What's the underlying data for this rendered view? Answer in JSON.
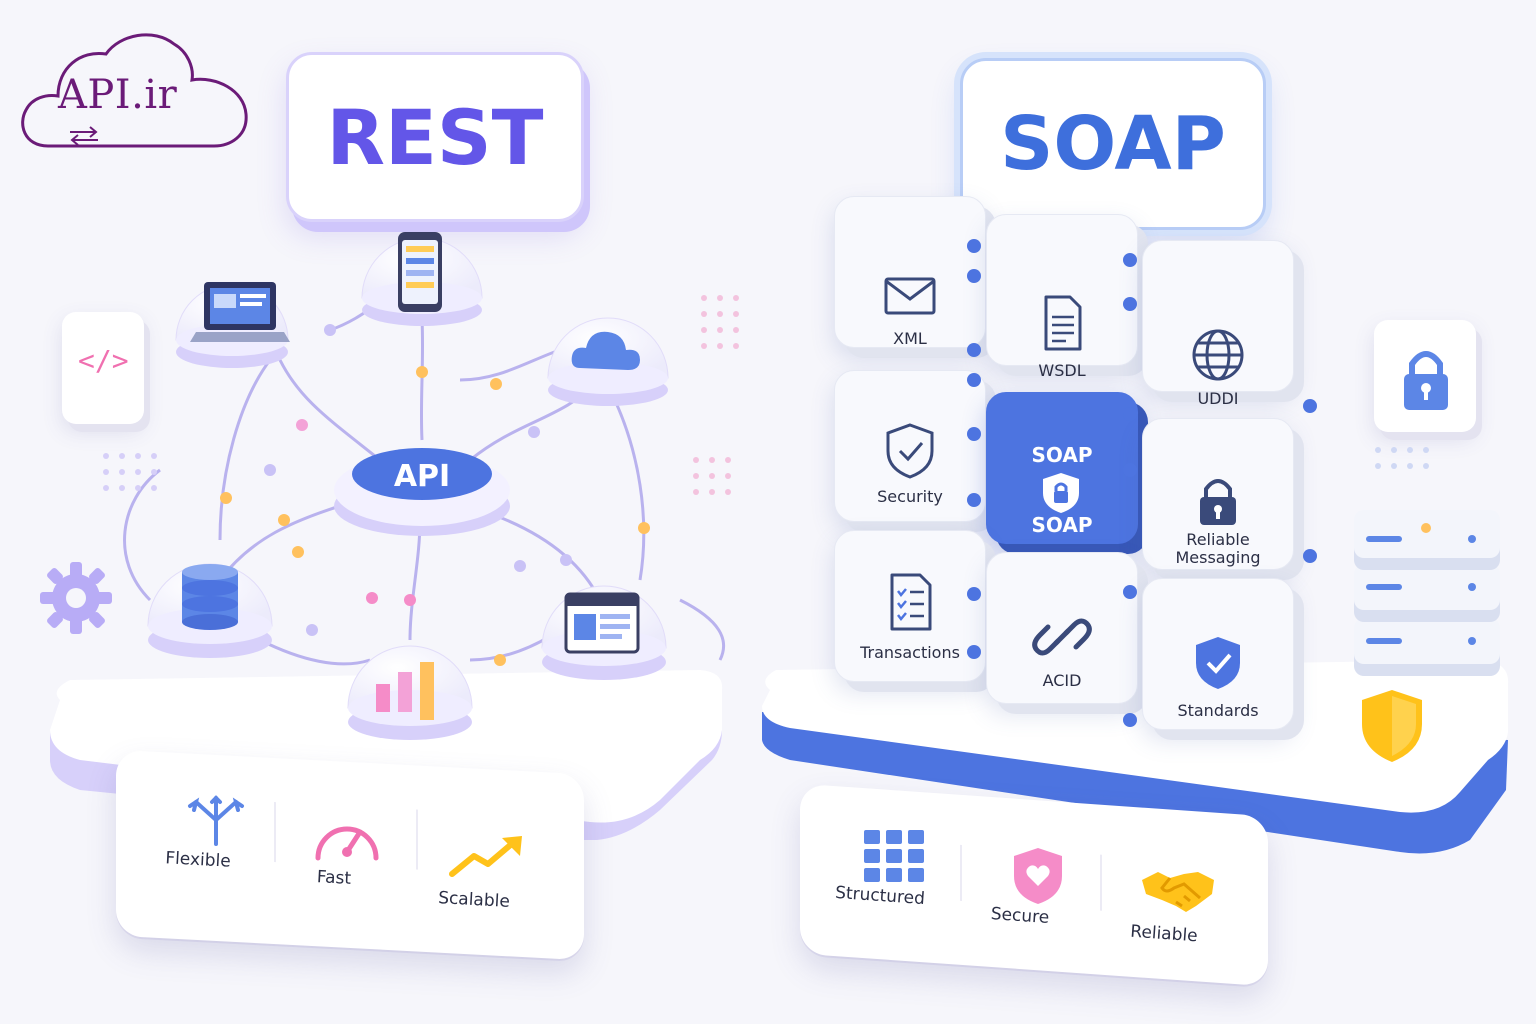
{
  "logo": {
    "text": "API.ir"
  },
  "rest": {
    "title": "REST",
    "hub_label": "API",
    "features": [
      {
        "label": "Flexible",
        "icon": "branch-arrows-icon"
      },
      {
        "label": "Fast",
        "icon": "speedometer-icon"
      },
      {
        "label": "Scalable",
        "icon": "trend-up-icon"
      }
    ]
  },
  "soap": {
    "title": "SOAP",
    "cubes": [
      {
        "label": "XML",
        "icon": "envelope-icon"
      },
      {
        "label": "WSDL",
        "icon": "document-icon"
      },
      {
        "label": "UDDI",
        "icon": "globe-icon"
      },
      {
        "label": "Security",
        "icon": "shield-check-icon"
      },
      {
        "label_top": "SOAP",
        "label_bottom": "SOAP",
        "icon": "shield-lock-icon"
      },
      {
        "label": "Reliable Messaging",
        "icon": "padlock-icon"
      },
      {
        "label": "Transactions",
        "icon": "checklist-icon"
      },
      {
        "label": "ACID",
        "icon": "chain-link-icon"
      },
      {
        "label": "Standards",
        "icon": "shield-check-icon"
      }
    ],
    "features": [
      {
        "label": "Structured",
        "icon": "grid-icon"
      },
      {
        "label": "Secure",
        "icon": "shield-heart-icon"
      },
      {
        "label": "Reliable",
        "icon": "handshake-icon"
      }
    ]
  },
  "colors": {
    "rest_accent": "#6356e8",
    "soap_accent": "#3e6fdc",
    "logo": "#6b1b78"
  }
}
